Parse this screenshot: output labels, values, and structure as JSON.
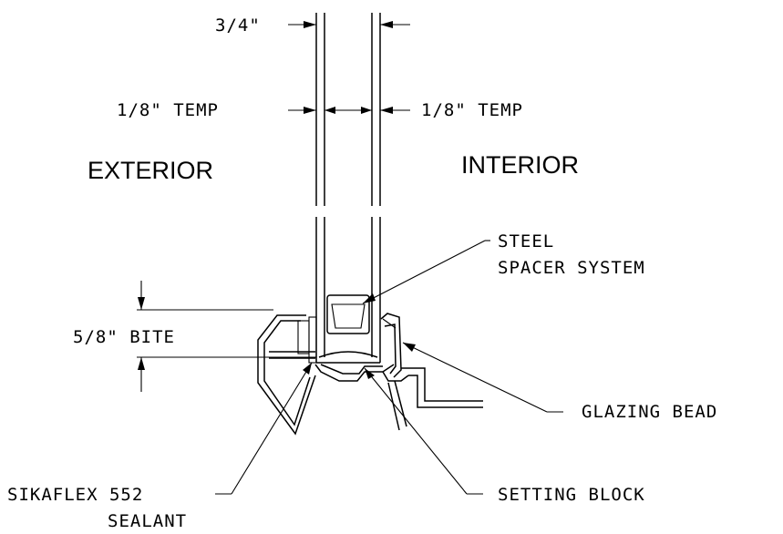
{
  "sides": {
    "exterior": "EXTERIOR",
    "interior": "INTERIOR"
  },
  "dimensions": {
    "overall": "3/4\"",
    "left_lite": "1/8\" TEMP",
    "right_lite": "1/8\" TEMP",
    "bite": "5/8\" BITE"
  },
  "callouts": {
    "spacer_line1": "STEEL",
    "spacer_line2": "SPACER SYSTEM",
    "glazing_bead": "GLAZING BEAD",
    "setting_block": "SETTING BLOCK",
    "sealant_line1": "SIKAFLEX 552",
    "sealant_line2": "SEALANT"
  }
}
